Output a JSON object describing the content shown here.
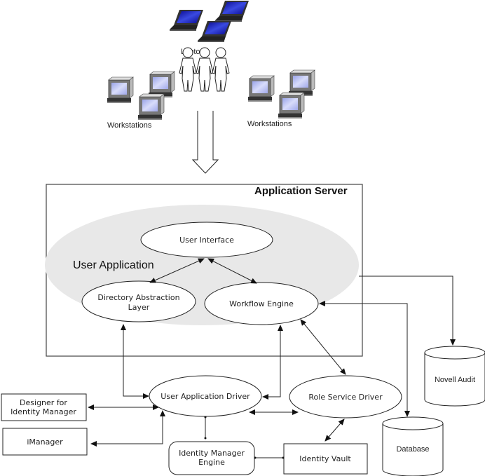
{
  "clients": {
    "laptops_label": "Laptops",
    "workstations_left_label": "Workstations",
    "workstations_right_label": "Workstations",
    "users_icon": "users-icon",
    "laptop_icon": "laptop-icon",
    "workstation_icon": "workstation-icon"
  },
  "app_server": {
    "title": "Application Server",
    "user_application": {
      "label": "User Application",
      "components": {
        "user_interface": "User Interface",
        "directory_abstraction_layer_line1": "Directory Abstraction",
        "directory_abstraction_layer_line2": "Layer",
        "workflow_engine": "Workflow Engine"
      }
    }
  },
  "nodes": {
    "user_application_driver": "User Application Driver",
    "role_service_driver": "Role Service Driver",
    "designer_line1": "Designer for",
    "designer_line2": "Identity Manager",
    "imanager": "iManager",
    "idm_engine_line1": "Identity Manager",
    "idm_engine_line2": "Engine",
    "identity_vault": "Identity Vault",
    "novell_audit": "Novell Audit",
    "database": "Database"
  },
  "colors": {
    "user_app_fill": "#e8e8e8",
    "laptop_screen": "#1a1aa8",
    "workstation_screen": "#b8c0f0",
    "line": "#222222"
  }
}
